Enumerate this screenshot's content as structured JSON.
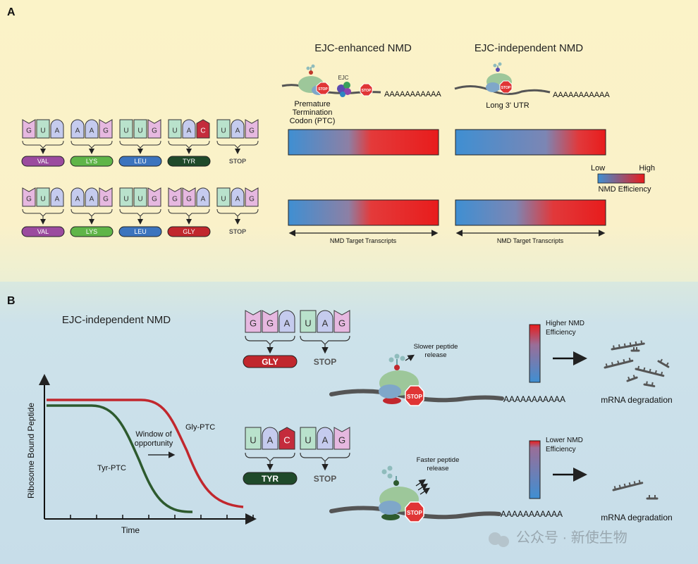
{
  "panel_a": {
    "label": "A",
    "title_enhanced": "EJC-enhanced NMD",
    "title_independent": "EJC-independent NMD",
    "ejc_label": "EJC",
    "stop_sign": "STOP",
    "polya": "AAAAAAAAAAA",
    "ptc_label_line1": "Premature",
    "ptc_label_line2": "Termination",
    "ptc_label_line3": "Codon (PTC)",
    "utr_label": "Long 3' UTR",
    "legend_low": "Low",
    "legend_high": "High",
    "legend_title": "NMD Efficiency",
    "target_label": "NMD Target Transcripts",
    "row1": {
      "nucleotides": [
        "G",
        "U",
        "A",
        "A",
        "A",
        "G",
        "U",
        "U",
        "G",
        "U",
        "A",
        "C",
        "U",
        "A",
        "G"
      ],
      "amino_acids": [
        "VAL",
        "LYS",
        "LEU",
        "TYR",
        "STOP"
      ]
    },
    "row2": {
      "nucleotides": [
        "G",
        "U",
        "A",
        "A",
        "A",
        "G",
        "U",
        "U",
        "G",
        "G",
        "G",
        "A",
        "U",
        "A",
        "G"
      ],
      "amino_acids": [
        "VAL",
        "LYS",
        "LEU",
        "GLY",
        "STOP"
      ]
    }
  },
  "panel_b": {
    "label": "B",
    "title": "EJC-independent NMD",
    "ylabel": "Ribosome Bound Peptide",
    "xlabel": "Time",
    "window_line1": "Window of",
    "window_line2": "opportunity",
    "gly_ptc": "Gly-PTC",
    "tyr_ptc": "Tyr-PTC",
    "top_codons": [
      "G",
      "G",
      "A",
      "U",
      "A",
      "G"
    ],
    "top_aa": [
      "GLY",
      "STOP"
    ],
    "bottom_codons": [
      "U",
      "A",
      "C",
      "U",
      "A",
      "G"
    ],
    "bottom_aa": [
      "TYR",
      "STOP"
    ],
    "slower_line1": "Slower peptide",
    "slower_line2": "release",
    "faster_line1": "Faster peptide",
    "faster_line2": "release",
    "higher_line1": "Higher NMD",
    "higher_line2": "Efficiency",
    "lower_line1": "Lower NMD",
    "lower_line2": "Efficiency",
    "degradation": "mRNA degradation",
    "stop_sign": "STOP",
    "polya": "AAAAAAAAAAA",
    "watermark": "公众号 · 新使生物"
  }
}
